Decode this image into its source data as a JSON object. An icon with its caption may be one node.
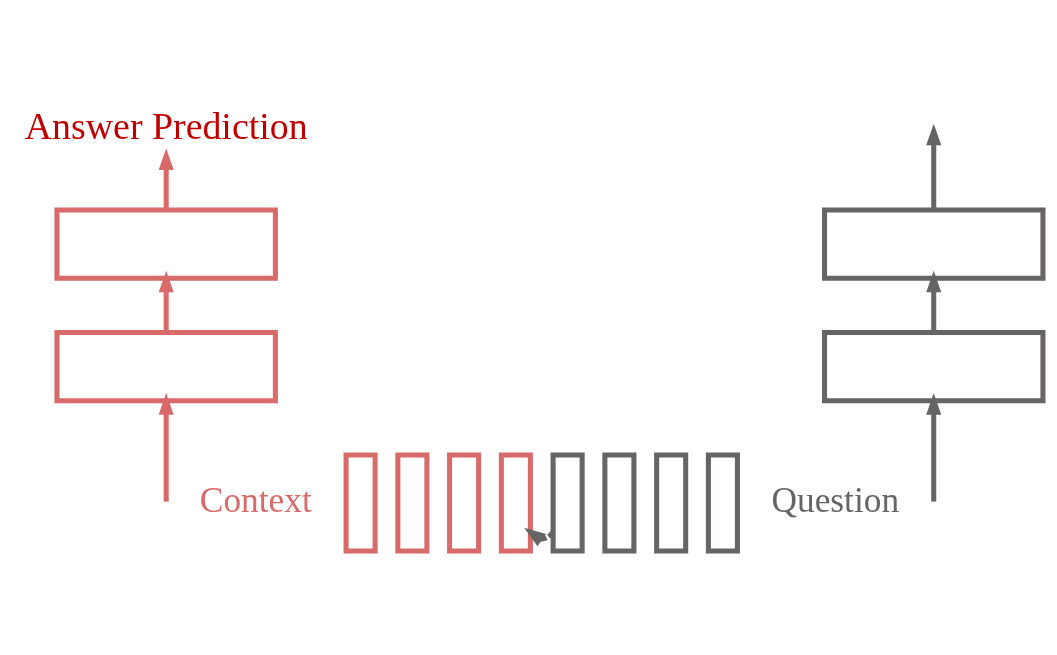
{
  "diagram": {
    "nodes": [
      {
        "text": [
          "Answer Prediction"
        ]
      },
      {
        "text": [],
        "shape": "box"
      },
      {
        "text": [],
        "shape": "box"
      },
      {
        "text": [],
        "shape": "bar"
      },
      {
        "text": [],
        "shape": "bar"
      },
      {
        "text": [],
        "shape": "bar"
      },
      {
        "text": [],
        "shape": "bar"
      },
      {
        "text": [],
        "shape": "box"
      },
      {
        "text": [],
        "shape": "box"
      },
      {
        "text": [],
        "shape": "bar"
      },
      {
        "text": [],
        "shape": "bar"
      },
      {
        "text": [],
        "shape": "bar"
      },
      {
        "text": [],
        "shape": "bar"
      }
    ],
    "edges": [
      {
        "from": null,
        "to": 2,
        "arrow": "to",
        "color": "#d86a6a"
      },
      {
        "from": 2,
        "to": 1,
        "arrow": "to",
        "color": "#d86a6a"
      },
      {
        "from": 1,
        "to": 0,
        "arrow": "to",
        "color": "#d86a6a"
      },
      {
        "from": null,
        "to": 8,
        "arrow": "to"
      },
      {
        "from": 8,
        "to": 7,
        "arrow": "to"
      },
      {
        "from": 7,
        "to": null,
        "arrow": "to"
      },
      {
        "from": 9,
        "to": 6,
        "arrow": "to",
        "style": "dashed"
      }
    ],
    "labels": [
      "Context",
      "Question"
    ]
  }
}
